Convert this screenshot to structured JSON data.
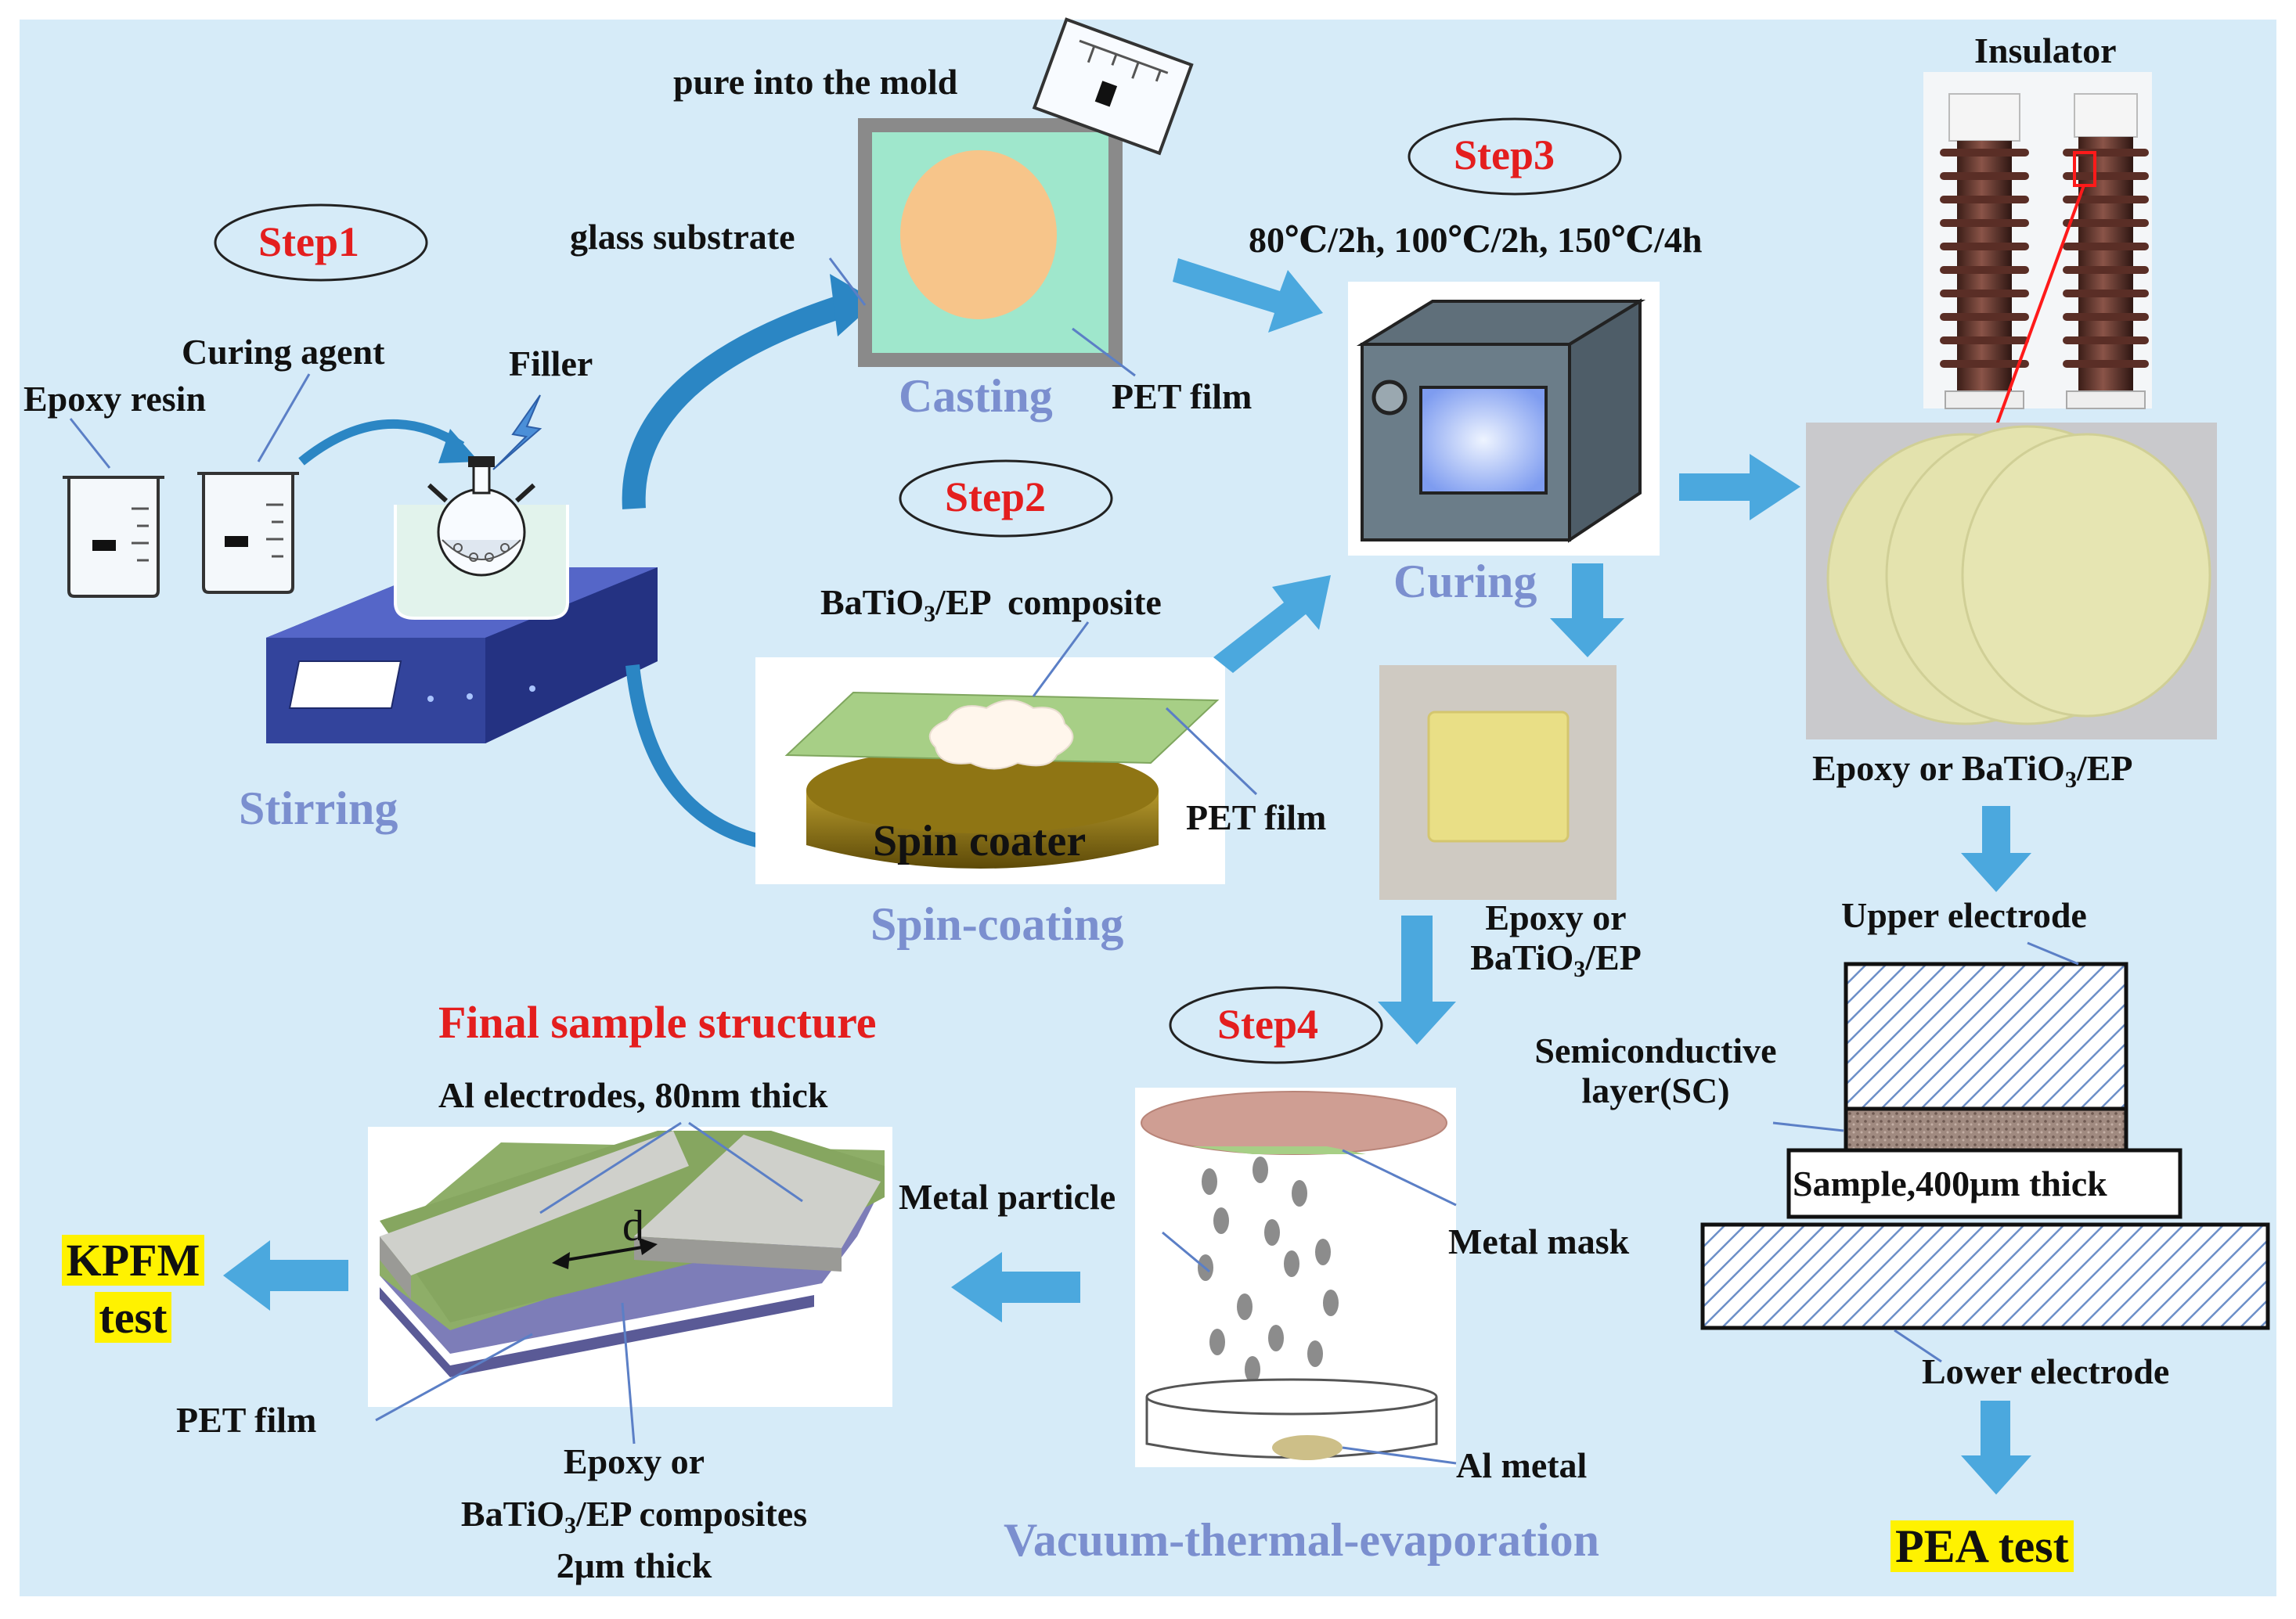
{
  "steps": {
    "step1": "Step1",
    "step2": "Step2",
    "step3": "Step3",
    "step4": "Step4"
  },
  "stirring": {
    "epoxy_resin": "Epoxy resin",
    "curing_agent": "Curing agent",
    "filler": "Filler",
    "process": "Stirring"
  },
  "casting": {
    "pour": "pure into the mold",
    "glass_substrate": "glass substrate",
    "process": "Casting",
    "pet_film": "PET film"
  },
  "spin_coating": {
    "composite_a": "BaTiO",
    "composite_sub": "3",
    "composite_b": "/EP  composite",
    "spin_coater": "Spin coater",
    "pet_film": "PET film",
    "process": "Spin-coating"
  },
  "curing": {
    "schedule": "80℃/2h, 100℃/2h, 150℃/4h",
    "process": "Curing",
    "sample_line1": "Epoxy or",
    "sample_a": "BaTiO",
    "sample_sub": "3",
    "sample_b": "/EP"
  },
  "insulator": {
    "title": "Insulator",
    "sample_a": "Epoxy or BaTiO",
    "sample_sub": "3",
    "sample_b": "/EP"
  },
  "pea": {
    "upper_electrode": "Upper electrode",
    "semiconductive_1": "Semiconductive",
    "semiconductive_2": "layer(SC)",
    "sample": "Sample,400μm thick",
    "lower_electrode": "Lower electrode",
    "test": "PEA test"
  },
  "evaporation": {
    "metal_particle": "Metal particle",
    "metal_mask": "Metal mask",
    "al_metal": "Al metal",
    "process": "Vacuum-thermal-evaporation"
  },
  "final": {
    "title": "Final sample structure",
    "electrodes": "Al electrodes, 80nm thick",
    "gap": "d",
    "pet_film": "PET film",
    "comp_1": "Epoxy or",
    "comp_a": "BaTiO",
    "comp_sub": "3",
    "comp_b": "/EP composites",
    "comp_3": "2μm thick",
    "kpfm_1": "KPFM",
    "kpfm_2": "test"
  },
  "colors": {
    "background": "#d6ebf8",
    "arrow": "#4ba8de",
    "step_text": "#e41e1e",
    "process_text": "#7b8fcf",
    "highlight": "#fff200"
  }
}
